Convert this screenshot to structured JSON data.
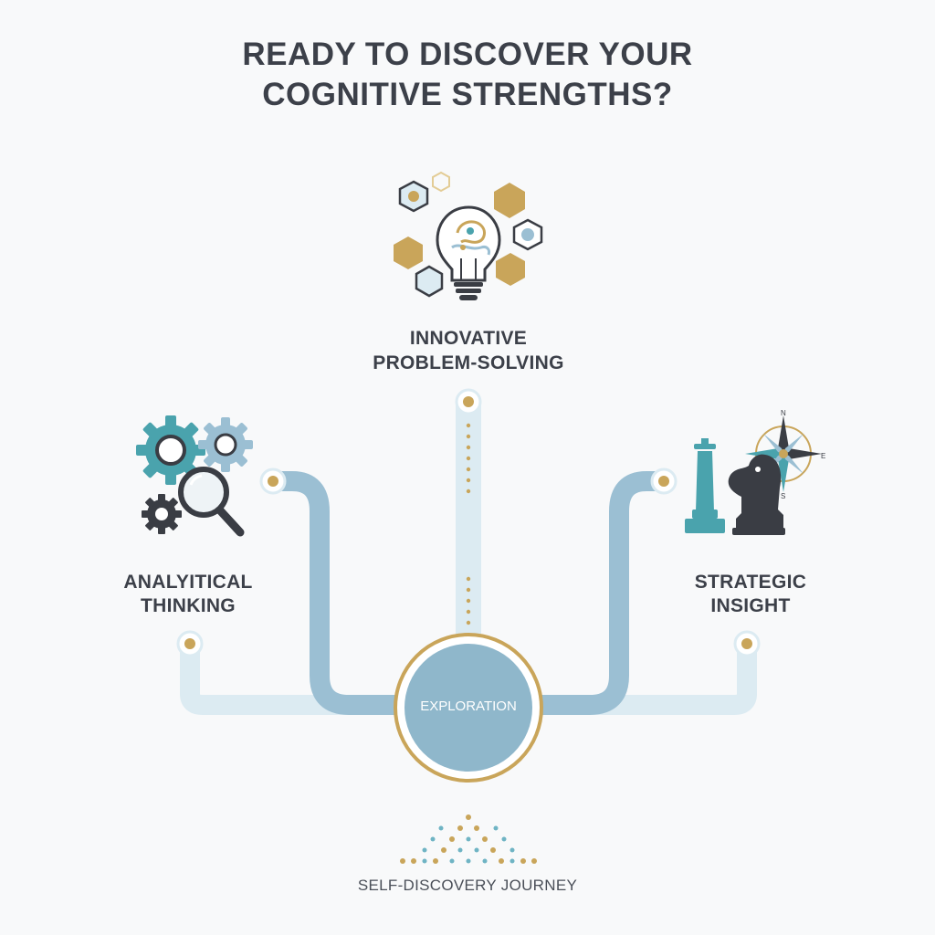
{
  "title": {
    "line1": "READY TO DISCOVER YOUR",
    "line2": "COGNITIVE STRENGTHS?"
  },
  "nodes": {
    "top": {
      "line1": "INNOVATIVE",
      "line2": "PROBLEM-SOLVING",
      "icon": "lightbulb-hexagons-icon"
    },
    "left": {
      "line1": "ANALYITICAL",
      "line2": "THINKING",
      "icon": "gears-magnifier-icon"
    },
    "right": {
      "line1": "STRATEGIC",
      "line2": "INSIGHT",
      "icon": "chess-compass-icon"
    }
  },
  "hub": {
    "label": "EXPLORATION"
  },
  "compass_letters": {
    "n": "N",
    "e": "E",
    "s": "S"
  },
  "footer": {
    "label": "SELF-DISCOVERY JOURNEY"
  },
  "colors": {
    "text": "#3c4049",
    "teal": "#4aa3ad",
    "pipe": "#9bbfd3",
    "pipe_light": "#dcebf2",
    "gold": "#c9a55a",
    "dark": "#3a3d44"
  }
}
